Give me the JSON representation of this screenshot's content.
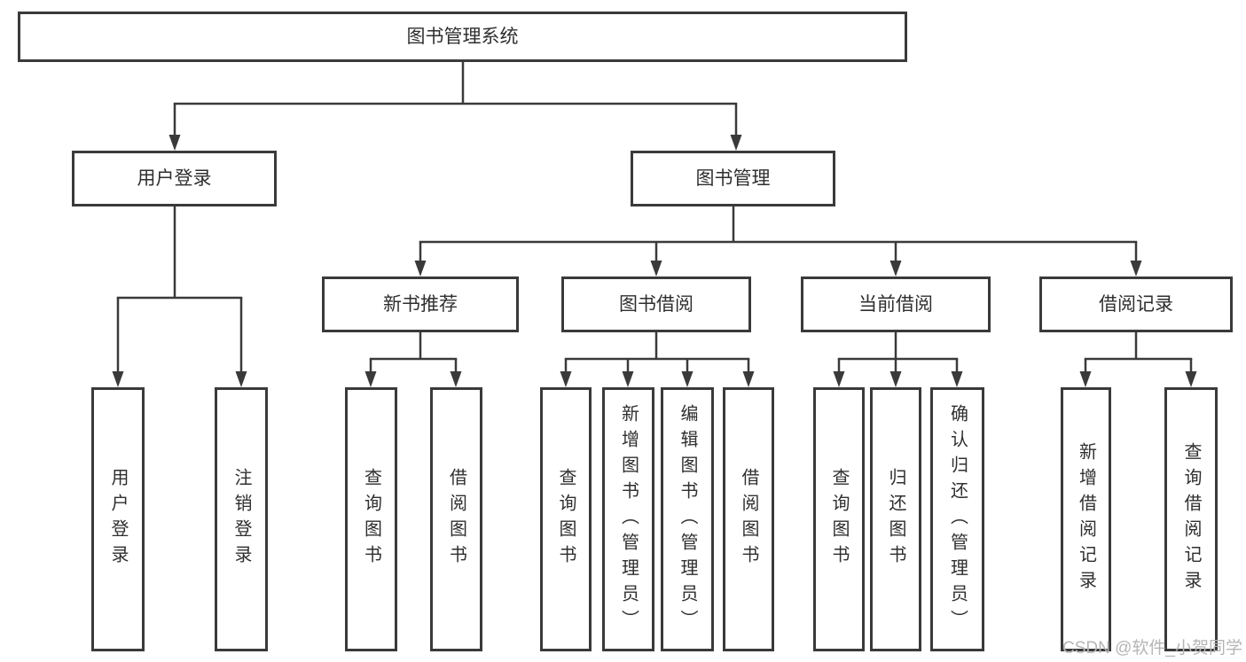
{
  "diagram_type": "hierarchy-tree",
  "tree": {
    "root": {
      "label": "图书管理系统",
      "children": [
        {
          "label": "用户登录",
          "children": [
            {
              "label": "用户登录"
            },
            {
              "label": "注销登录"
            }
          ]
        },
        {
          "label": "图书管理",
          "children": [
            {
              "label": "新书推荐",
              "children": [
                {
                  "label": "查询图书"
                },
                {
                  "label": "借阅图书"
                }
              ]
            },
            {
              "label": "图书借阅",
              "children": [
                {
                  "label": "查询图书"
                },
                {
                  "label": "新增图书（管理员）"
                },
                {
                  "label": "编辑图书（管理员）"
                },
                {
                  "label": "借阅图书"
                }
              ]
            },
            {
              "label": "当前借阅",
              "children": [
                {
                  "label": "查询图书"
                },
                {
                  "label": "归还图书"
                },
                {
                  "label": "确认归还（管理员）"
                }
              ]
            },
            {
              "label": "借阅记录",
              "children": [
                {
                  "label": "新增借阅记录"
                },
                {
                  "label": "查询借阅记录"
                }
              ]
            }
          ]
        }
      ]
    }
  },
  "watermark": {
    "text": "CSDN @软件_小贺同学"
  },
  "colors": {
    "line": "#3a3a3a",
    "box_border": "#3a3a3a",
    "text": "#2f2f2f",
    "background": "#ffffff",
    "watermark": "#b5b5b5"
  }
}
